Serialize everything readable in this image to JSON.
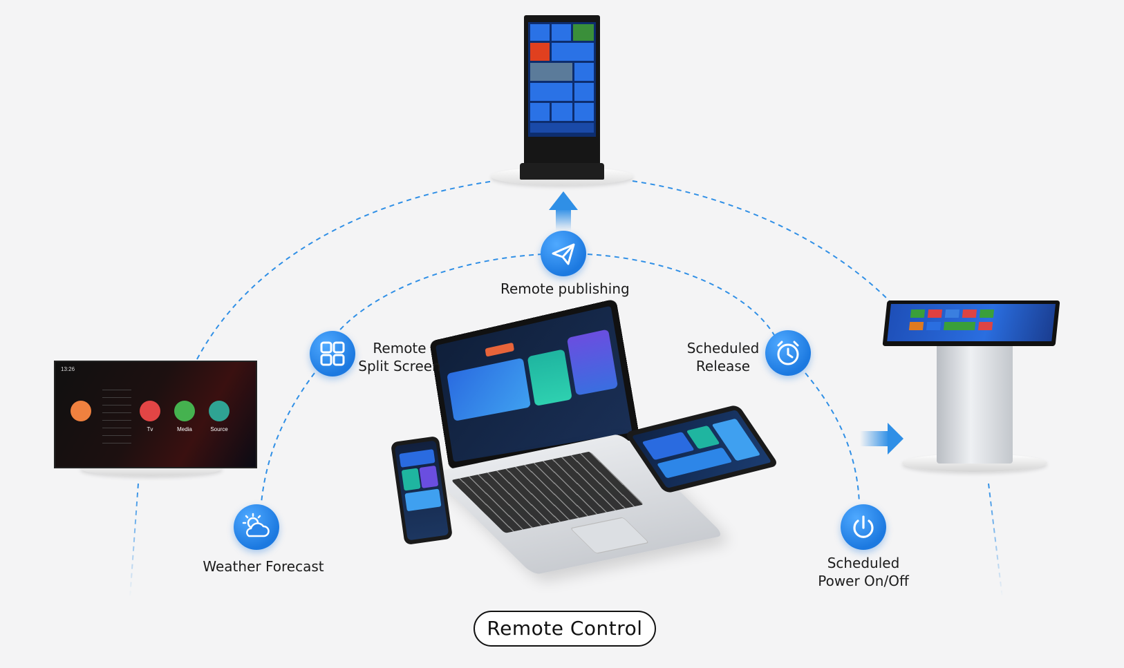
{
  "features": {
    "remote_publishing": "Remote publishing",
    "remote_split_screen": [
      "Remote",
      "Split Screen"
    ],
    "scheduled_release": [
      "Scheduled",
      "Release"
    ],
    "weather_forecast": "Weather Forecast",
    "scheduled_power": [
      "Scheduled",
      "Power On/Off"
    ]
  },
  "footer": {
    "title": "Remote Control"
  },
  "tv_screen": {
    "time": "13:26",
    "apps": [
      "Tv",
      "Media",
      "Source"
    ]
  },
  "icons": {
    "remote_publishing": "paper-plane-icon",
    "remote_split_screen": "grid-icon",
    "scheduled_release": "alarm-clock-icon",
    "weather_forecast": "cloud-sun-icon",
    "scheduled_power": "power-icon"
  },
  "colors": {
    "accent": "#1c79e0",
    "dashed_line": "#2f8fe6",
    "background": "#f4f4f5"
  }
}
